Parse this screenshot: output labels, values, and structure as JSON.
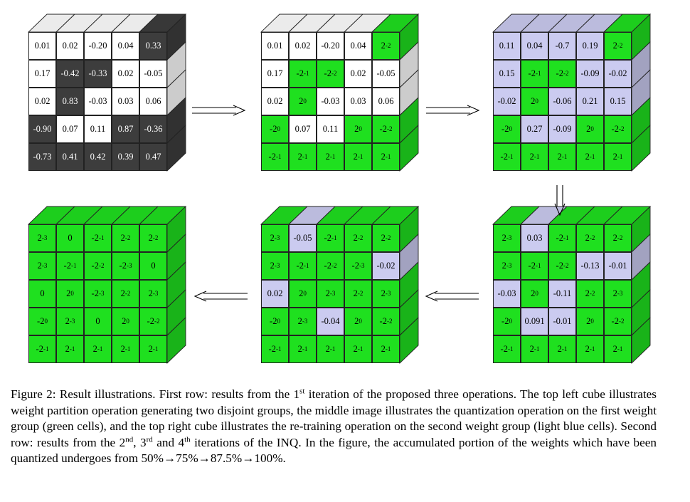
{
  "cubes": [
    {
      "id": "iter1-partition",
      "cells": [
        [
          "0.01",
          "0.02",
          "-0.20",
          "0.04",
          "0.33"
        ],
        [
          "0.17",
          "-0.42",
          "-0.33",
          "0.02",
          "-0.05"
        ],
        [
          "0.02",
          "0.83",
          "-0.03",
          "0.03",
          "0.06"
        ],
        [
          "-0.90",
          "0.07",
          "0.11",
          "0.87",
          "-0.36"
        ],
        [
          "-0.73",
          "0.41",
          "0.42",
          "0.39",
          "0.47"
        ]
      ],
      "fill": [
        "wwwwd",
        "wddww",
        "wdwww",
        "dwwdd",
        "ddddd"
      ]
    },
    {
      "id": "iter1-quantize",
      "cells": [
        [
          "0.01",
          "0.02",
          "-0.20",
          "0.04",
          "2^-2"
        ],
        [
          "0.17",
          "-2^-1",
          "-2^-2",
          "0.02",
          "-0.05"
        ],
        [
          "0.02",
          "2^0",
          "-0.03",
          "0.03",
          "0.06"
        ],
        [
          "-2^0",
          "0.07",
          "0.11",
          "2^0",
          "-2^-2"
        ],
        [
          "-2^-1",
          "2^-1",
          "2^-1",
          "2^-1",
          "2^-1"
        ]
      ],
      "fill": [
        "wwwwg",
        "wggww",
        "wgwww",
        "gwwgg",
        "ggggg"
      ]
    },
    {
      "id": "iter1-retrain",
      "cells": [
        [
          "0.11",
          "0.04",
          "-0.7",
          "0.19",
          "2^-2"
        ],
        [
          "0.15",
          "-2^-1",
          "-2^-2",
          "-0.09",
          "-0.02"
        ],
        [
          "-0.02",
          "2^0",
          "-0.06",
          "0.21",
          "0.15"
        ],
        [
          "-2^0",
          "0.27",
          "-0.09",
          "2^0",
          "-2^-2"
        ],
        [
          "-2^-1",
          "2^-1",
          "2^-1",
          "2^-1",
          "2^-1"
        ]
      ],
      "fill": [
        "bbbbg",
        "bggbb",
        "bgbbb",
        "gbbgg",
        "ggggg"
      ]
    },
    {
      "id": "iter4-result",
      "cells": [
        [
          "2^-3",
          "0",
          "-2^-1",
          "2^-2",
          "2^-2"
        ],
        [
          "2^-3",
          "-2^-1",
          "-2^-2",
          "-2^-3",
          "0"
        ],
        [
          "0",
          "2^0",
          "-2^-3",
          "2^-2",
          "2^-3"
        ],
        [
          "-2^0",
          "2^-3",
          "0",
          "2^0",
          "-2^-2"
        ],
        [
          "-2^-1",
          "2^-1",
          "2^-1",
          "2^-1",
          "2^-1"
        ]
      ],
      "fill": [
        "ggggg",
        "ggggg",
        "ggggg",
        "ggggg",
        "ggggg"
      ]
    },
    {
      "id": "iter3-result",
      "cells": [
        [
          "2^-3",
          "-0.05",
          "-2^-1",
          "2^-2",
          "2^-2"
        ],
        [
          "2^-3",
          "-2^-1",
          "-2^-2",
          "-2^-3",
          "-0.02"
        ],
        [
          "0.02",
          "2^0",
          "2^-3",
          "2^-2",
          "2^-3"
        ],
        [
          "-2^0",
          "2^-3",
          "-0.04",
          "2^0",
          "-2^-2"
        ],
        [
          "-2^-1",
          "2^-1",
          "2^-1",
          "2^-1",
          "2^-1"
        ]
      ],
      "fill": [
        "gbggg",
        "ggggb",
        "bgggg",
        "ggbgg",
        "ggggg"
      ]
    },
    {
      "id": "iter2-result",
      "cells": [
        [
          "2^-3",
          "0.03",
          "-2^-1",
          "2^-2",
          "2^-2"
        ],
        [
          "2^-3",
          "-2^-1",
          "-2^-2",
          "-0.13",
          "-0.01"
        ],
        [
          "-0.03",
          "2^0",
          "-0.11",
          "2^-2",
          "2^-3"
        ],
        [
          "-2^0",
          "0.091",
          "-0.01",
          "2^0",
          "-2^-2"
        ],
        [
          "-2^-1",
          "2^-1",
          "2^-1",
          "2^-1",
          "2^-1"
        ]
      ],
      "fill": [
        "gbggg",
        "gggbb",
        "bgbgg",
        "gbbgg",
        "ggggg"
      ]
    }
  ],
  "caption": {
    "label": "Figure 2:",
    "p1": " Result illustrations. First row: results from the 1",
    "sup1": "st",
    "p2": " iteration of the proposed three operations. The top left cube illustrates weight partition operation generating two disjoint groups, the middle image illustrates the quantization operation on the first weight group (green cells), and the top right cube illustrates the re-training operation on the second weight group (light blue cells). Second row: results from the 2",
    "sup2": "nd",
    "p3": ", 3",
    "sup3": "rd",
    "p4": " and 4",
    "sup4": "th",
    "p5": " iterations of the INQ. In the figure, the accumulated portion of the weights which have been quantized undergoes from 50%→75%→87.5%→100%."
  },
  "colors": {
    "white": "#ffffff",
    "dark": "#3d3d3d",
    "green": "#1fe01f",
    "blue": "#cbcbf0",
    "edge": "#222222"
  }
}
